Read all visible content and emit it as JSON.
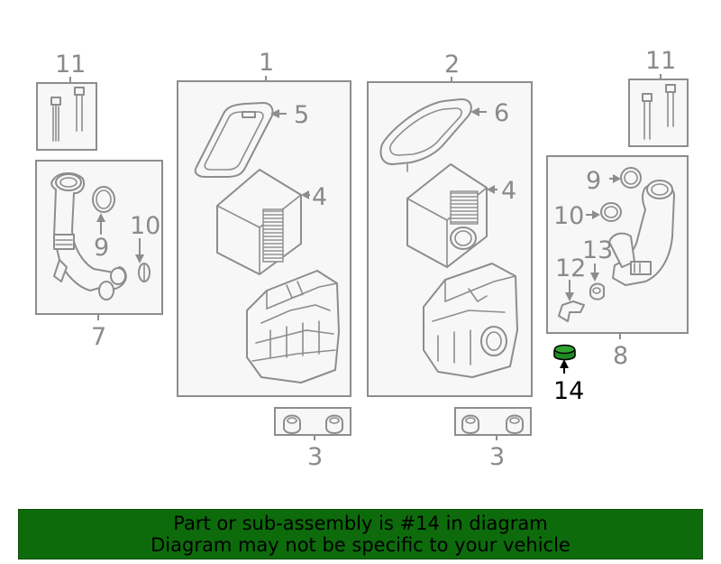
{
  "callouts": {
    "c1": "1",
    "c2": "2",
    "c3a": "3",
    "c3b": "3",
    "c4a": "4",
    "c4b": "4",
    "c5": "5",
    "c6": "6",
    "c7": "7",
    "c8": "8",
    "c9a": "9",
    "c9b": "9",
    "c10a": "10",
    "c10b": "10",
    "c11a": "11",
    "c11b": "11",
    "c12": "12",
    "c13": "13",
    "c14": "14"
  },
  "highlight_color": "#1f8a1f",
  "banner": {
    "line1": "Part or sub-assembly is #14 in diagram",
    "line2": "Diagram may not be specific to your vehicle",
    "color": "#0d6b0c"
  }
}
